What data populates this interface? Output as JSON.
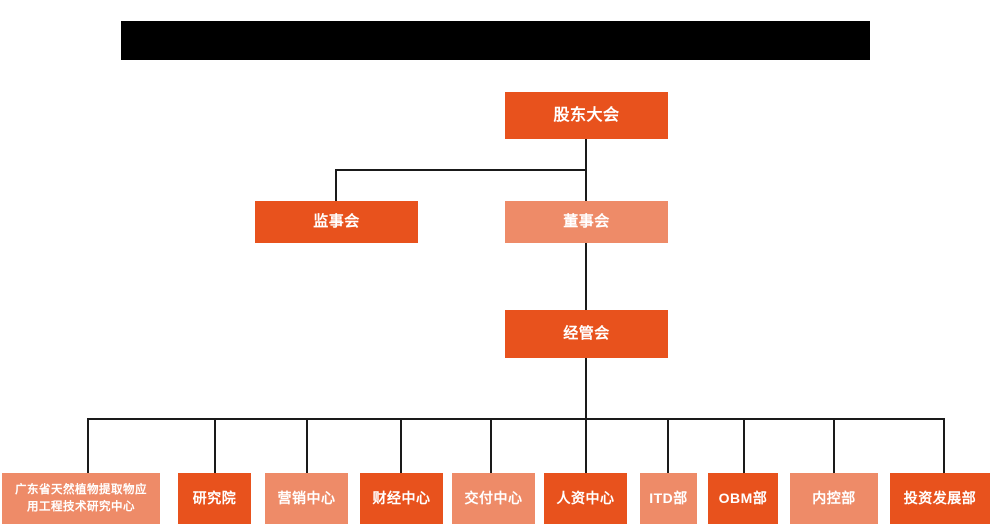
{
  "page": {
    "title_bar": {
      "redacted": true,
      "color": "#000000"
    }
  },
  "theme": {
    "background": "#ffffff",
    "accent_dark": "#E8521D",
    "accent_light": "#EE8B68",
    "line_color": "#1a1a1a",
    "text_color": "#ffffff"
  },
  "chart": {
    "type": "org-chart",
    "levels": [
      {
        "level": 1,
        "nodes": [
          {
            "id": "shareholders",
            "label": "股东大会",
            "tone": "dark"
          }
        ]
      },
      {
        "level": 2,
        "nodes": [
          {
            "id": "supervisors",
            "label": "监事会",
            "tone": "dark"
          },
          {
            "id": "directors",
            "label": "董事会",
            "tone": "light"
          }
        ]
      },
      {
        "level": 3,
        "nodes": [
          {
            "id": "management",
            "label": "经管会",
            "tone": "dark"
          }
        ]
      },
      {
        "level": 4,
        "nodes": [
          {
            "id": "research-center",
            "label_line1": "广东省天然植物提取物应",
            "label_line2": "用工程技术研究中心",
            "tone": "light"
          },
          {
            "id": "institute",
            "label": "研究院",
            "tone": "dark"
          },
          {
            "id": "marketing",
            "label": "营销中心",
            "tone": "light"
          },
          {
            "id": "finance",
            "label": "财经中心",
            "tone": "dark"
          },
          {
            "id": "delivery",
            "label": "交付中心",
            "tone": "light"
          },
          {
            "id": "hr",
            "label": "人资中心",
            "tone": "dark"
          },
          {
            "id": "itd",
            "label": "ITD部",
            "tone": "light"
          },
          {
            "id": "obm",
            "label": "OBM部",
            "tone": "dark"
          },
          {
            "id": "internal-control",
            "label": "内控部",
            "tone": "light"
          },
          {
            "id": "investment",
            "label": "投资发展部",
            "tone": "dark"
          }
        ]
      }
    ]
  }
}
